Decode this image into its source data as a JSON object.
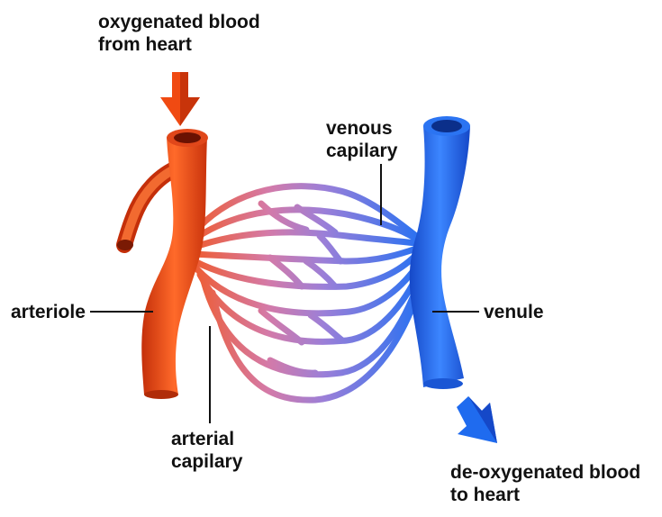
{
  "labels": {
    "oxygenated": {
      "line1": "oxygenated blood",
      "line2": "from heart"
    },
    "venous_capillary": {
      "line1": "venous",
      "line2": "capilary"
    },
    "arteriole": "arteriole",
    "venule": "venule",
    "arterial_capillary": {
      "line1": "arterial",
      "line2": "capilary"
    },
    "deoxygenated": {
      "line1": "de-oxygenated blood",
      "line2": "to heart"
    }
  },
  "colors": {
    "artery": "#f04a12",
    "artery_dark": "#c42f0a",
    "vein": "#1f6bef",
    "vein_dark": "#1548c8",
    "capillary_mid": "#c47ab8",
    "leader_line": "#111111"
  },
  "icons": [
    "inflow-arrow-icon",
    "outflow-arrow-icon"
  ]
}
